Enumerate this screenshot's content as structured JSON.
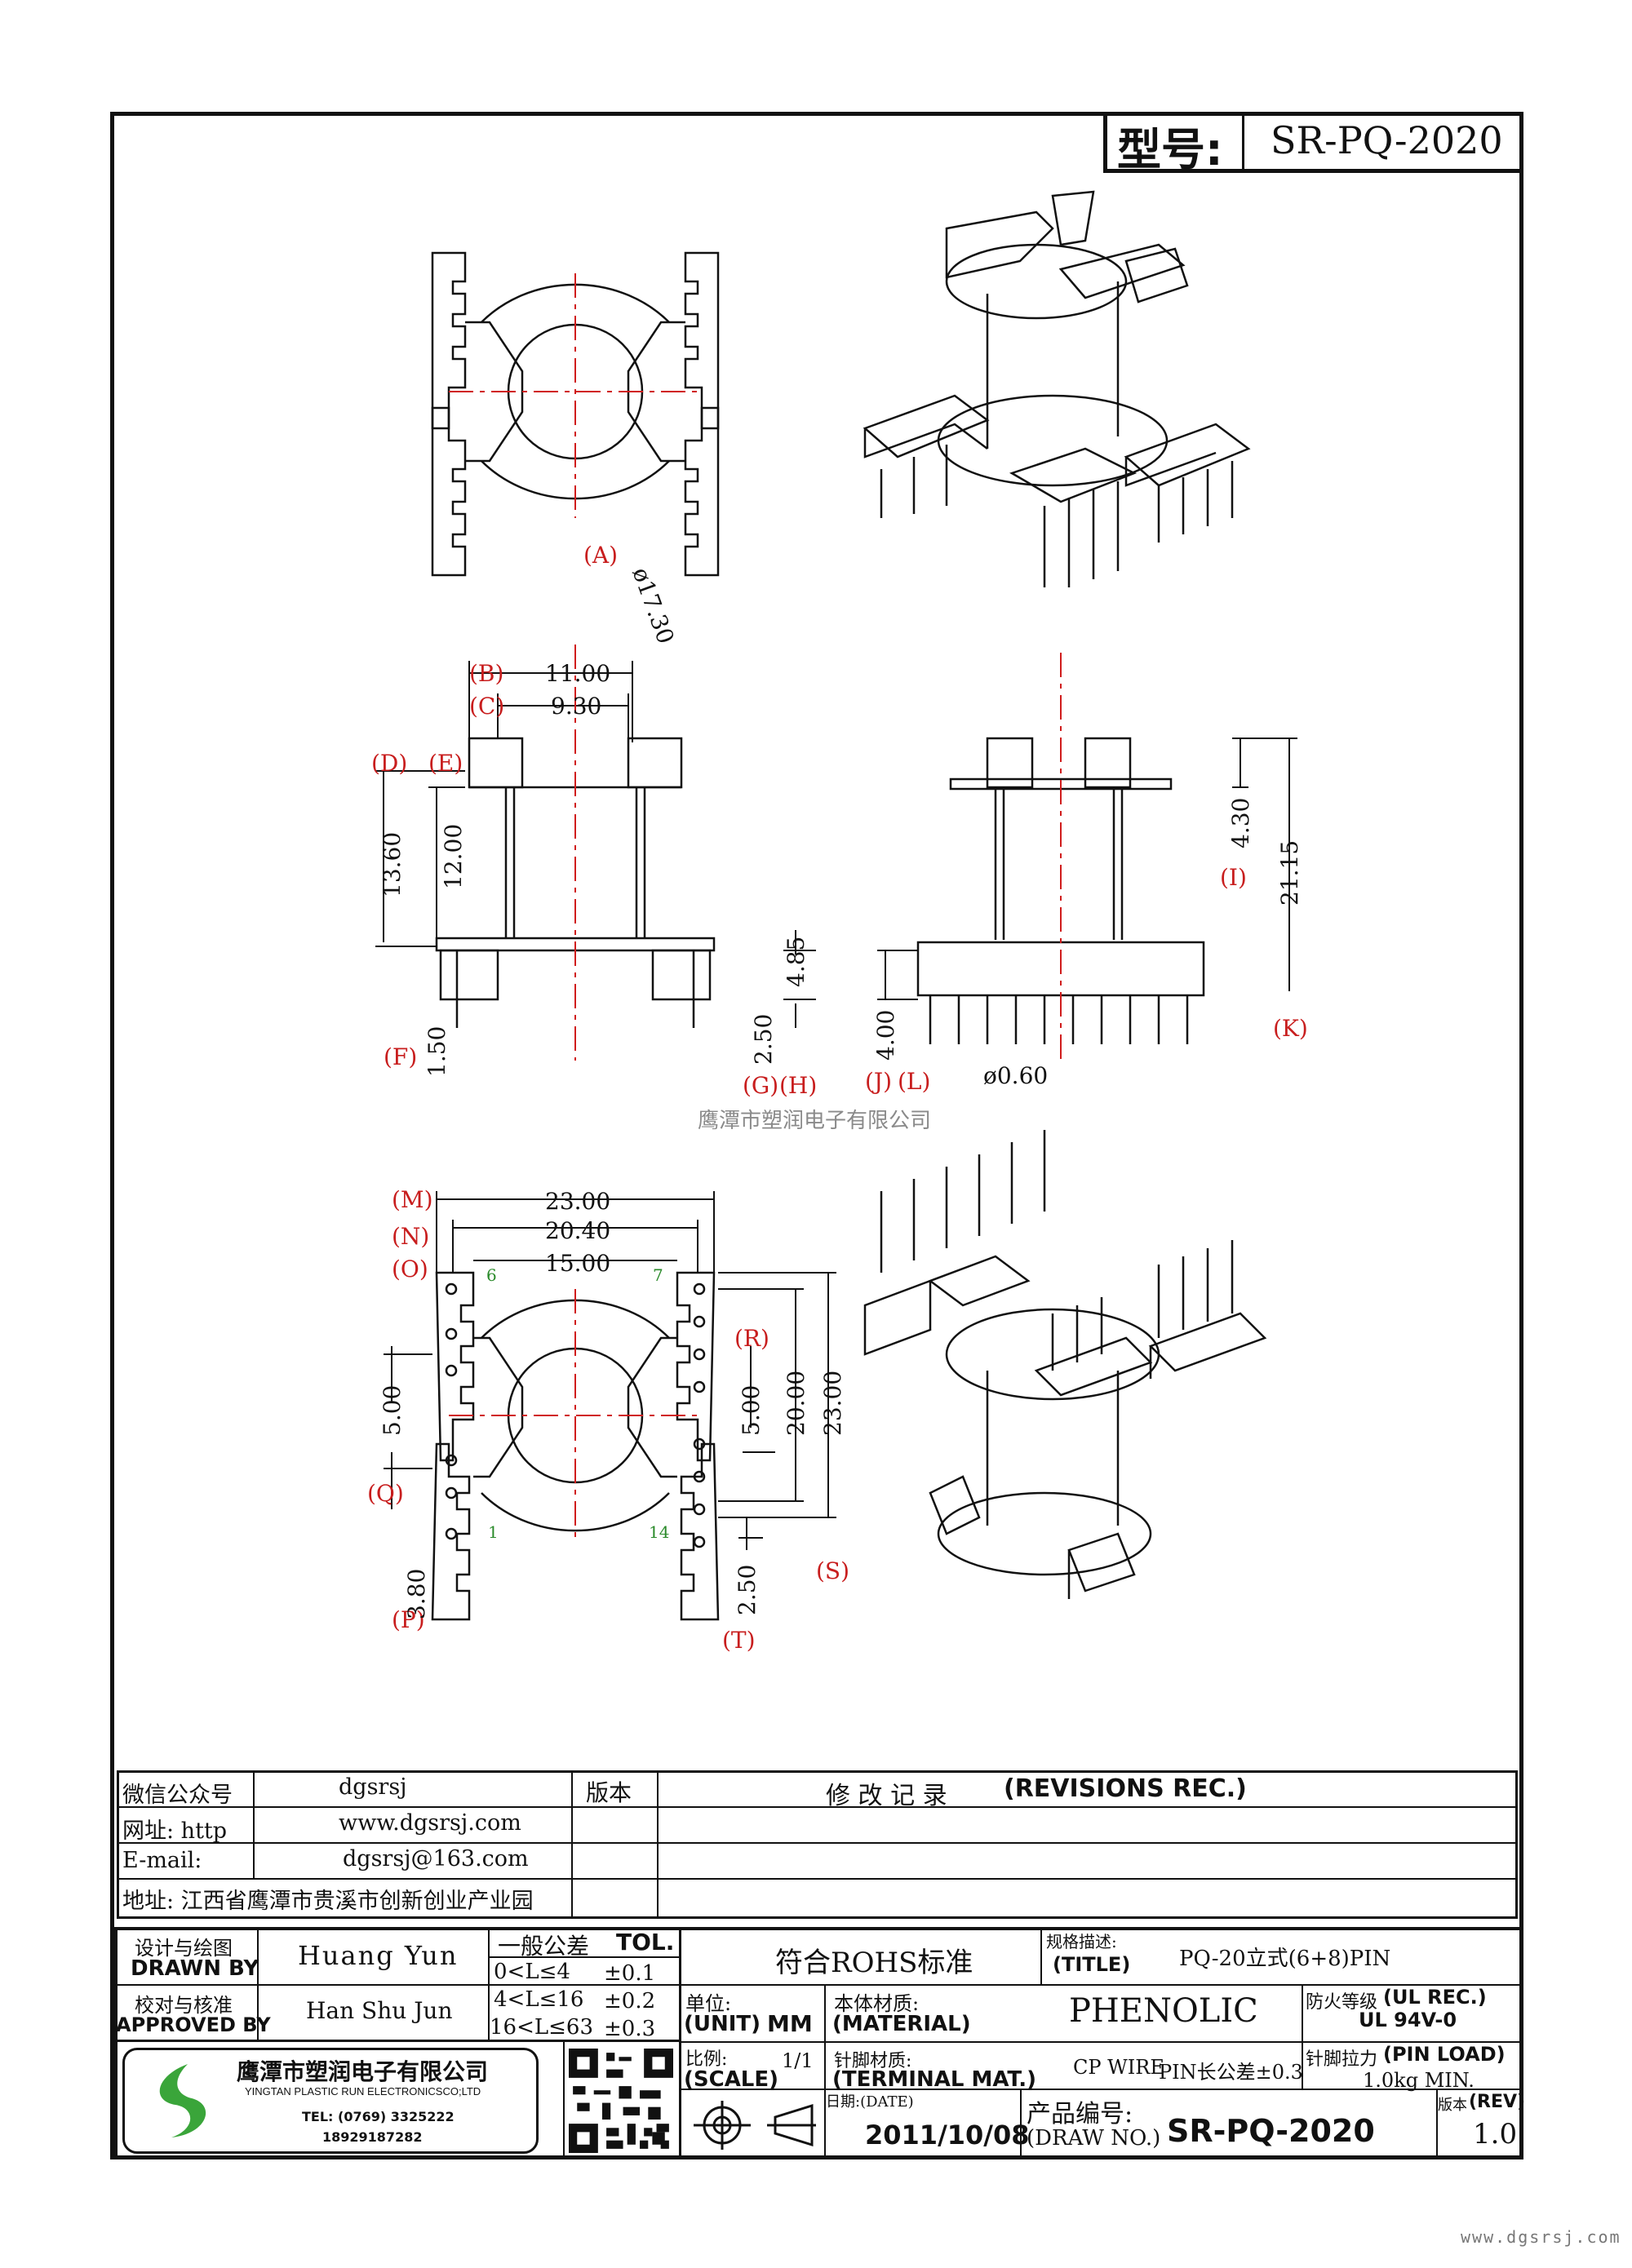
{
  "header": {
    "model_label": "型号:",
    "model_value": "SR-PQ-2020"
  },
  "drawing": {
    "dia_label": "(A)",
    "dia_value": "ø17.30",
    "dims": {
      "B": "11.00",
      "C": "9.30",
      "D_val": "13.60",
      "E_val": "12.00",
      "F_val": "1.50",
      "G_val": "2.50",
      "H_val": "4.85",
      "I_val": "4.30",
      "K_val": "21.15",
      "J_val": "4.00",
      "L_val": "ø0.60",
      "M": "23.00",
      "N": "20.40",
      "O": "15.00",
      "P_val": "3.80",
      "Q_val": "5.00",
      "R_val": "5.00",
      "S_val1": "20.00",
      "S_val2": "23.00",
      "T_val": "2.50"
    },
    "letters": {
      "B": "(B)",
      "C": "(C)",
      "D": "(D)",
      "E": "(E)",
      "F": "(F)",
      "G": "(G)",
      "H": "(H)",
      "I": "(I)",
      "J": "(J)",
      "K": "(K)",
      "L": "(L)",
      "M": "(M)",
      "N": "(N)",
      "O": "(O)",
      "P": "(P)",
      "Q": "(Q)",
      "R": "(R)",
      "S": "(S)",
      "T": "(T)"
    },
    "pin_marks": {
      "p6": "6",
      "p7": "7",
      "p1": "1",
      "p14": "14"
    },
    "watermark": "鹰潭市塑润电子有限公司"
  },
  "contact": {
    "wechat_label": "微信公众号",
    "wechat_value": "dgsrsj",
    "web_label": "网址: http",
    "web_value": "www.dgsrsj.com",
    "email_label": "E-mail:",
    "email_value": "dgsrsj@163.com",
    "address": "地址: 江西省鹰潭市贵溪市创新创业产业园",
    "version_label": "版本",
    "revisions_cn": "修 改 记 录",
    "revisions_en": "(REVISIONS REC.)"
  },
  "titleblock": {
    "drawn_cn": "设计与绘图",
    "drawn_en": "DRAWN BY",
    "drawn_value": "Huang Yun",
    "approved_cn": "校对与核准",
    "approved_en": "APPROVED BY",
    "approved_value": "Han Shu Jun",
    "tol_cn": "一般公差",
    "tol_en": "TOL.",
    "tol_rows": [
      {
        "range": "0<L≤4",
        "tol": "±0.1"
      },
      {
        "range": "4<L≤16",
        "tol": "±0.2"
      },
      {
        "range": "16<L≤63",
        "tol": "±0.3"
      }
    ],
    "rohs": "符合ROHS标准",
    "title_cn": "规格描述:",
    "title_en": "(TITLE)",
    "title_value": "PQ-20立式(6+8)PIN",
    "unit_cn": "单位:",
    "unit_en": "(UNIT)",
    "unit_value": "MM",
    "material_cn": "本体材质:",
    "material_en": "(MATERIAL)",
    "material_value": "PHENOLIC",
    "ul_cn": "防火等级",
    "ul_en": "(UL REC.)",
    "ul_value": "UL 94V-0",
    "scale_cn": "比例:",
    "scale_en": "(SCALE)",
    "scale_value": "1/1",
    "terminal_cn": "针脚材质:",
    "terminal_en": "(TERMINAL MAT.)",
    "terminal_value": "CP WIRE",
    "pin_tol": "PIN长公差±0.3",
    "pin_load_cn": "针脚拉力",
    "pin_load_en": "(PIN LOAD)",
    "pin_load_value": "1.0kg MIN.",
    "date_label": "日期:(DATE)",
    "date_value": "2011/10/08",
    "drawno_cn": "产品编号:",
    "drawno_en": "(DRAW NO.)",
    "drawno_value": "SR-PQ-2020",
    "rev_cn": "版本",
    "rev_en": "(REV)",
    "rev_value": "1.0",
    "company_cn": "鹰潭市塑润电子有限公司",
    "company_en": "YINGTAN PLASTIC RUN ELECTRONICSCO;LTD",
    "tel": "TEL: (0769) 3325222",
    "mobile": "18929187282"
  },
  "footer_url": "www.dgsrsj.com",
  "colors": {
    "line": "#111111",
    "centerline": "#d01c1c",
    "label": "#c81e1e",
    "logo_green": "#3aa53a"
  }
}
